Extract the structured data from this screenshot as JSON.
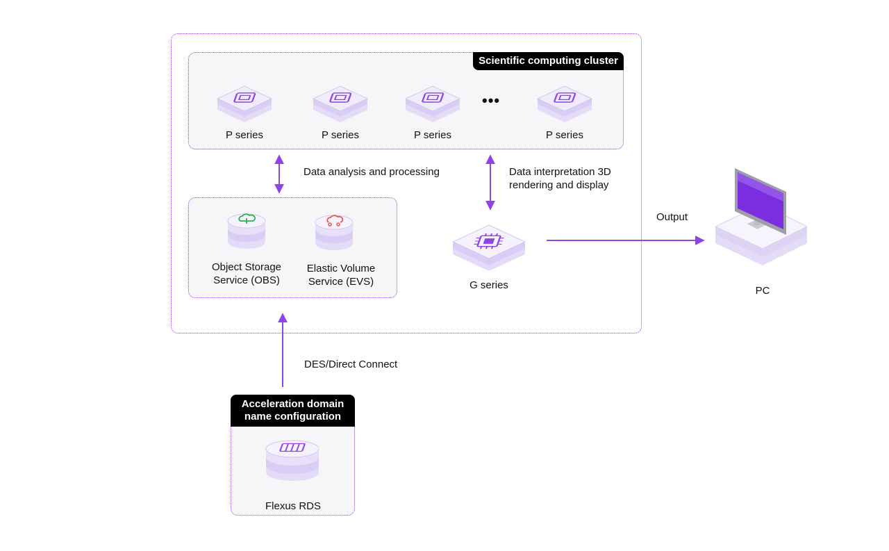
{
  "cluster": {
    "title": "Scientific computing cluster",
    "nodes": [
      "P series",
      "P series",
      "P series",
      "P series"
    ],
    "ellipsis": "•••"
  },
  "storage": {
    "obs_line1": "Object Storage",
    "obs_line2": "Service (OBS)",
    "evs_line1": "Elastic Volume",
    "evs_line2": "Service (EVS)"
  },
  "gpu": {
    "label": "G series"
  },
  "pc": {
    "label": "PC"
  },
  "acceleration": {
    "title_line1": "Acceleration domain",
    "title_line2": "name configuration",
    "db_label": "Flexus RDS"
  },
  "edges": {
    "analysis": "Data analysis and processing",
    "interpretation_line1": "Data interpretation 3D",
    "interpretation_line2": "rendering and display",
    "output": "Output",
    "connect": "DES/Direct Connect"
  },
  "colors": {
    "accent": "#8e44e6",
    "panel": "#f6f6f8",
    "tag_bg": "#000000",
    "obs_icon": "#2bb34a",
    "evs_icon": "#e05a4f"
  }
}
